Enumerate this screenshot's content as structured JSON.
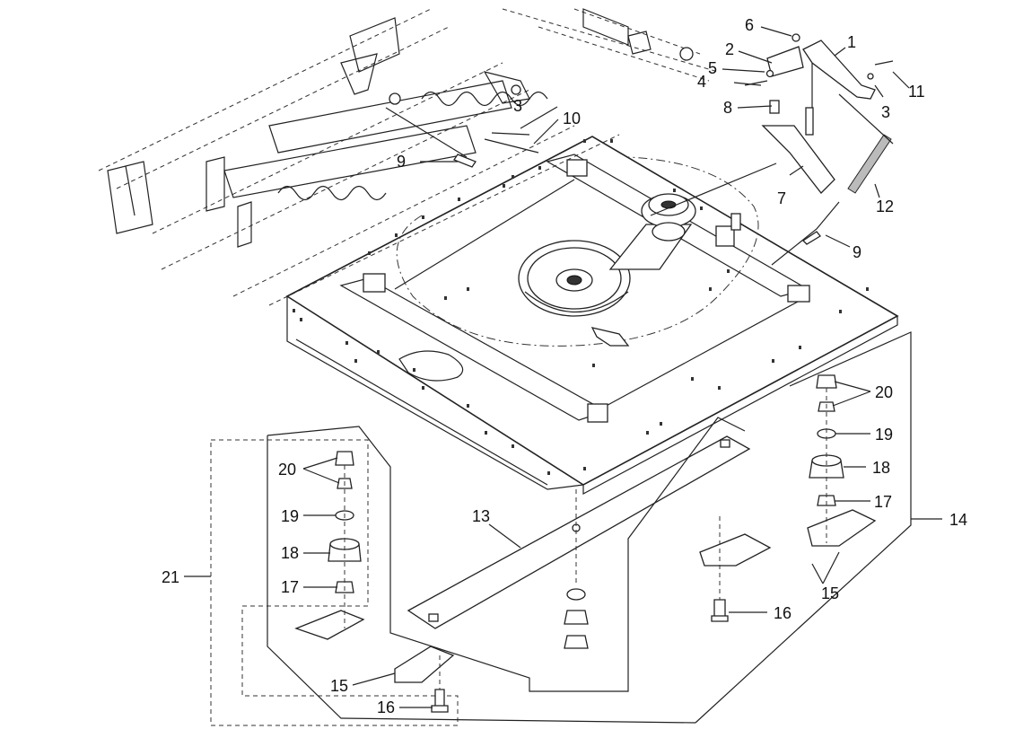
{
  "callouts": {
    "c1": "1",
    "c2": "2",
    "c3a": "3",
    "c3b": "3",
    "c4": "4",
    "c5": "5",
    "c6": "6",
    "c7": "7",
    "c8": "8",
    "c9a": "9",
    "c9b": "9",
    "c10": "10",
    "c11": "11",
    "c12": "12",
    "c13": "13",
    "c14": "14",
    "c15a": "15",
    "c15b": "15",
    "c16a": "16",
    "c16b": "16",
    "c17a": "17",
    "c17b": "17",
    "c18a": "18",
    "c18b": "18",
    "c19a": "19",
    "c19b": "19",
    "c20a": "20",
    "c20b": "20",
    "c21": "21"
  }
}
